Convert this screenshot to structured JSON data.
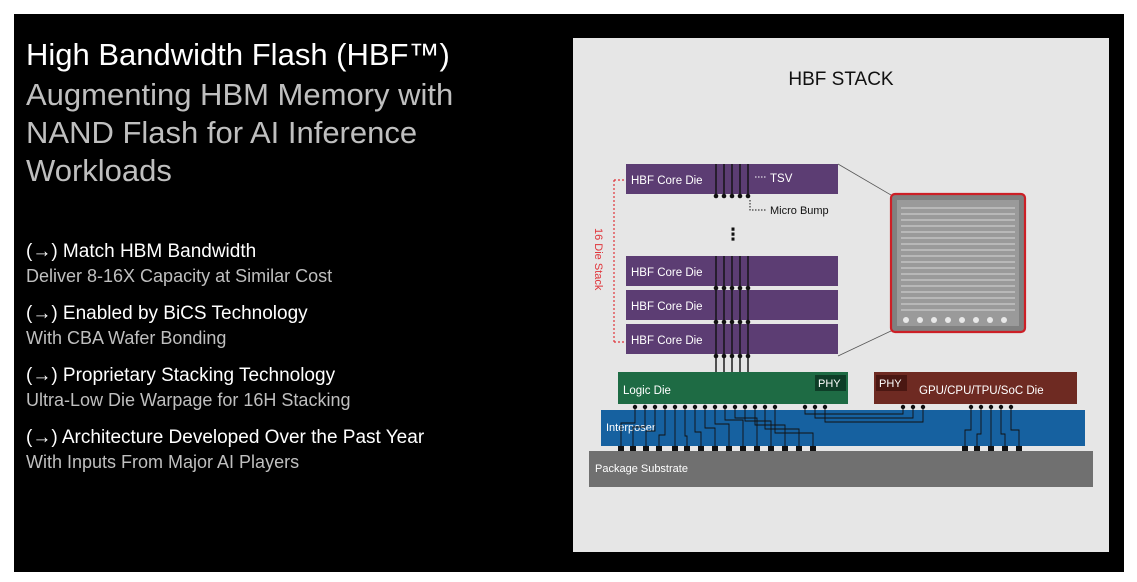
{
  "title": "High Bandwidth Flash (HBF™)",
  "subtitle": "Augmenting HBM Memory with NAND Flash for AI Inference Workloads",
  "bullets": [
    {
      "head": "(→) Match HBM Bandwidth",
      "sub": "Deliver 8-16X Capacity at Similar Cost"
    },
    {
      "head": "(→) Enabled by BiCS Technology",
      "sub": "With CBA Wafer Bonding"
    },
    {
      "head": "(→) Proprietary Stacking Technology",
      "sub": "Ultra-Low Die Warpage for 16H Stacking"
    },
    {
      "head": "(→) Architecture Developed Over the Past Year",
      "sub": "With Inputs From Major AI Players"
    }
  ],
  "diagram": {
    "title": "HBF STACK",
    "core_die_label": "HBF Core Die",
    "tsv_label": "TSV",
    "micro_bump_label": "Micro Bump",
    "ellipsis": "⋮",
    "stack_label": "16 Die Stack",
    "logic_die_label": "Logic Die",
    "phy_label": "PHY",
    "phy2_label": "PHY",
    "processor_label": "GPU/CPU/TPU/SoC Die",
    "interposer_label": "Interposer",
    "substrate_label": "Package Substrate",
    "colors": {
      "core_die": "#5c3d73",
      "logic_die": "#1e6b44",
      "processor": "#6e2a22",
      "interposer": "#1661a0",
      "substrate": "#707070",
      "stack_marker": "#e0343a",
      "zoom_border": "#cc1f26"
    }
  }
}
